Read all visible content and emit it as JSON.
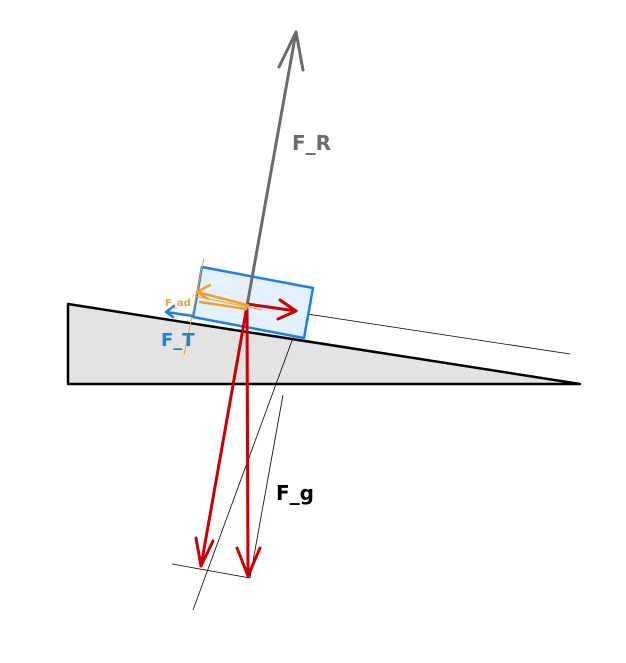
{
  "labels": {
    "resulting_force": "F_R",
    "gravity": "F_g",
    "tangential": "F_T",
    "friction": "F_ad"
  },
  "colors": {
    "resulting_force": "#6b6b6b",
    "gravity": "#cc0000",
    "tangential": "#1e7fe6",
    "friction": "#f0a030",
    "block_fill": "#e4f0fc",
    "block_stroke": "#1e7fe6",
    "incline_fill": "#e3e3e3",
    "incline_stroke": "#000000"
  }
}
